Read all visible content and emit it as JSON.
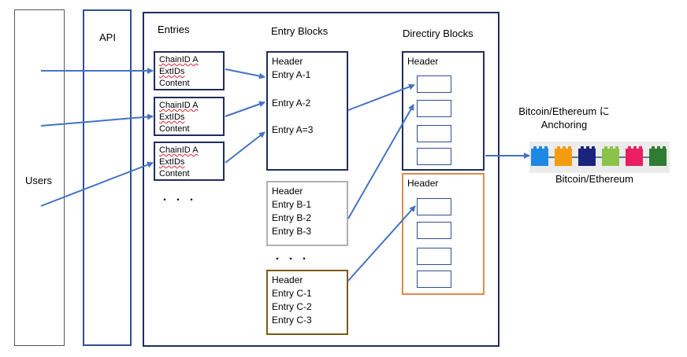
{
  "users": {
    "label": "Users"
  },
  "api": {
    "label": "API"
  },
  "headers": {
    "entries": "Entries",
    "entry_blocks": "Entry Blocks",
    "directory_blocks": "Directiry Blocks"
  },
  "entries": [
    {
      "chain_id": "ChainID A",
      "ext_ids": "ExtIDs",
      "content": "Content"
    },
    {
      "chain_id": "ChainID A",
      "ext_ids": "ExtIDs",
      "content": "Content"
    },
    {
      "chain_id": "ChainID A",
      "ext_ids": "ExtIDs",
      "content": "Content"
    }
  ],
  "entries_ellipsis": "・・・",
  "entry_blocks": [
    {
      "header": "Header",
      "lines": [
        "Entry A-1",
        "Entry A-2",
        "Entry A=3"
      ]
    },
    {
      "header": "Header",
      "lines": [
        "Entry B-1",
        "Entry B-2",
        "Entry B-3"
      ]
    },
    {
      "header": "Header",
      "lines": [
        "Entry C-1",
        "Entry C-2",
        "Entry C-3"
      ]
    }
  ],
  "entry_blocks_ellipsis": "・・・",
  "directory_blocks": [
    {
      "header": "Header",
      "color": "#1f2d5c"
    },
    {
      "header": "Header",
      "color": "#e0894a"
    }
  ],
  "anchoring": {
    "label_line1": "Bitcoin/Ethereum に",
    "label_line2": "Anchoring",
    "chain_label": "Bitcoin/Ethereum",
    "block_colors": [
      "#1e88e5",
      "#f39c12",
      "#1a237e",
      "#8bc34a",
      "#e91e63",
      "#2e7d32"
    ]
  },
  "colors": {
    "arrow": "#4472c4",
    "frame": "#1f2d5c"
  }
}
